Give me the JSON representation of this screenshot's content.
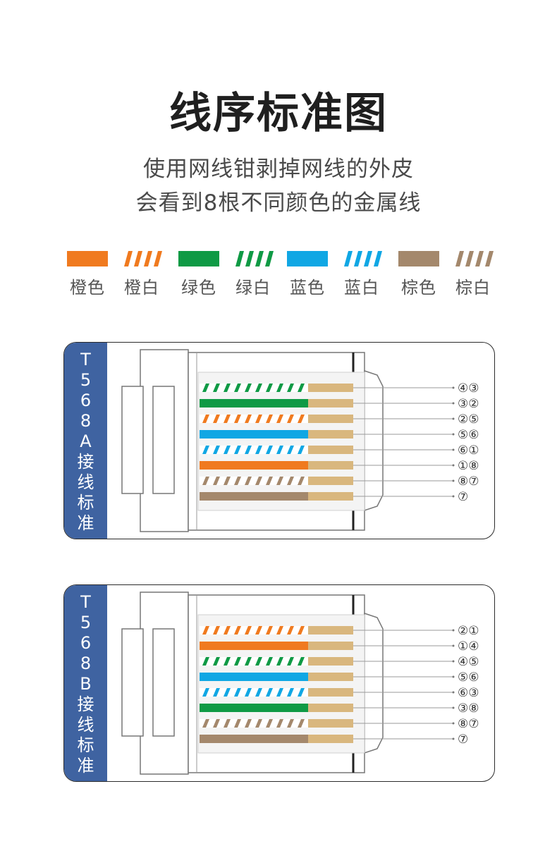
{
  "title": "线序标准图",
  "subtitle_line1": "使用网线钳剥掉网线的外皮",
  "subtitle_line2": "会看到8根不同颜色的金属线",
  "colors": {
    "orange": "#f07a1f",
    "green": "#0f9a45",
    "blue": "#10a7e4",
    "brown": "#a4886c",
    "side_panel": "#3f63a1",
    "gold": "#d9b77e"
  },
  "legend": [
    {
      "label": "橙色",
      "color": "orange",
      "striped": false
    },
    {
      "label": "橙白",
      "color": "orange",
      "striped": true
    },
    {
      "label": "绿色",
      "color": "green",
      "striped": false
    },
    {
      "label": "绿白",
      "color": "green",
      "striped": true
    },
    {
      "label": "蓝色",
      "color": "blue",
      "striped": false
    },
    {
      "label": "蓝白",
      "color": "blue",
      "striped": true
    },
    {
      "label": "棕色",
      "color": "brown",
      "striped": false
    },
    {
      "label": "棕白",
      "color": "brown",
      "striped": true
    }
  ],
  "standards": [
    {
      "side_label": "T568A接线标准",
      "wires": [
        {
          "color": "green",
          "striped": true
        },
        {
          "color": "green",
          "striped": false
        },
        {
          "color": "orange",
          "striped": true
        },
        {
          "color": "blue",
          "striped": false
        },
        {
          "color": "blue",
          "striped": true
        },
        {
          "color": "orange",
          "striped": false
        },
        {
          "color": "brown",
          "striped": true
        },
        {
          "color": "brown",
          "striped": false
        }
      ],
      "pin_labels": [
        "④③",
        "③②",
        "②⑤",
        "⑤⑥",
        "⑥①",
        "①⑧",
        "⑧⑦",
        "⑦"
      ]
    },
    {
      "side_label": "T568B接线标准",
      "wires": [
        {
          "color": "orange",
          "striped": true
        },
        {
          "color": "orange",
          "striped": false
        },
        {
          "color": "green",
          "striped": true
        },
        {
          "color": "blue",
          "striped": false
        },
        {
          "color": "blue",
          "striped": true
        },
        {
          "color": "green",
          "striped": false
        },
        {
          "color": "brown",
          "striped": true
        },
        {
          "color": "brown",
          "striped": false
        }
      ],
      "pin_labels": [
        "②①",
        "①④",
        "④⑤",
        "⑤⑥",
        "⑥③",
        "③⑧",
        "⑧⑦",
        "⑦"
      ]
    }
  ]
}
